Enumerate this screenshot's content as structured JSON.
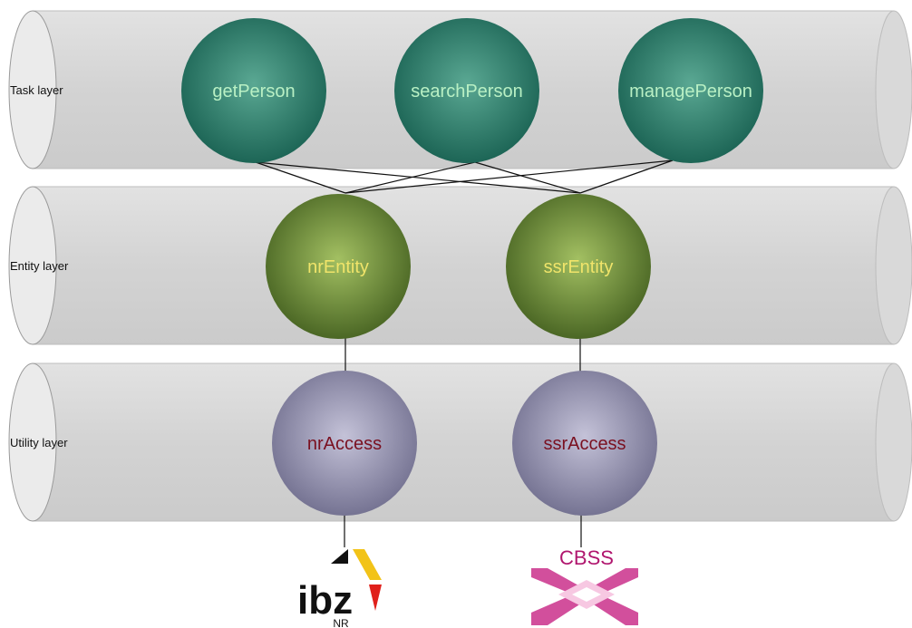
{
  "layers": [
    {
      "label": "Task layer"
    },
    {
      "label": "Entity layer"
    },
    {
      "label": "Utility layer"
    }
  ],
  "nodes": {
    "task": [
      "getPerson",
      "searchPerson",
      "managePerson"
    ],
    "entity": [
      "nrEntity",
      "ssrEntity"
    ],
    "utility": [
      "nrAccess",
      "ssrAccess"
    ]
  },
  "sources": [
    {
      "logo_text": "ibz",
      "caption": "NR"
    },
    {
      "logo_text": "CBSS"
    }
  ],
  "colors": {
    "task_fill": "#1f6f60",
    "task_text": "#b9f0c4",
    "entity_fill": "#4e6d26",
    "entity_text": "#f0e46a",
    "utility_fill": "#8a88a6",
    "utility_text": "#7a1020",
    "cylinder_fill": "#d6d6d6",
    "cbss_color": "#b0166e"
  },
  "icons": [
    "ibz-logo-icon",
    "cbss-logo-icon"
  ]
}
